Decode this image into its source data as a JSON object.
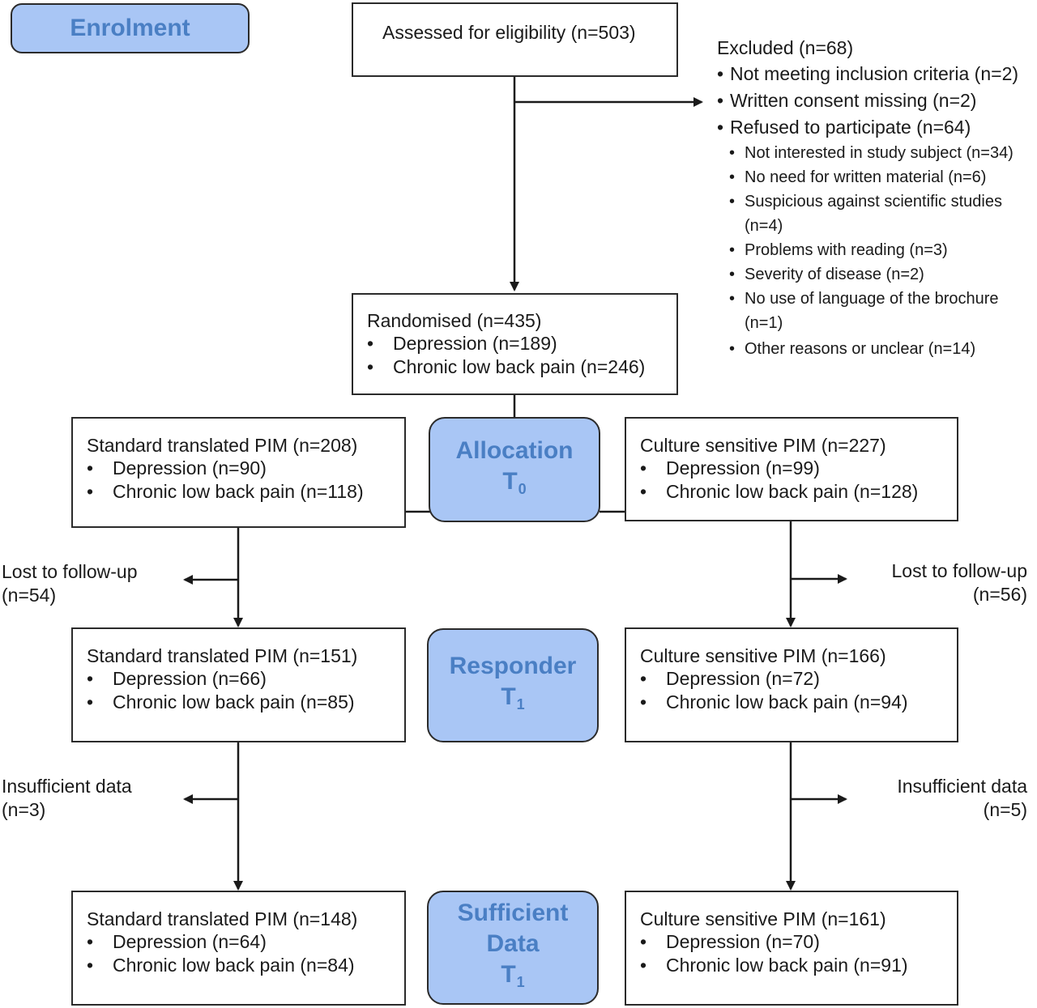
{
  "stages": {
    "enrolment": "Enrolment",
    "allocation": {
      "label": "Allocation",
      "time": "T",
      "sub": "0"
    },
    "responder": {
      "label": "Responder",
      "time": "T",
      "sub": "1"
    },
    "sufficient": {
      "label1": "Sufficient",
      "label2": "Data",
      "time": "T",
      "sub": "1"
    }
  },
  "assessed": "Assessed for eligibility (n=503)",
  "excluded": {
    "title": "Excluded  (n=68)",
    "items": [
      "Not meeting inclusion criteria (n=2)",
      "Written consent missing (n=2)",
      "Refused to participate (n=64)"
    ],
    "reasons": [
      "Not interested in study subject (n=34)",
      "No need for written material (n=6)",
      "Suspicious against scientific studies",
      "(n=4)",
      "Problems with reading (n=3)",
      "Severity of disease (n=2)",
      "No use of language of the brochure",
      "(n=1)",
      "Other reasons or unclear (n=14)"
    ]
  },
  "randomised": {
    "title": "Randomised (n=435)",
    "items": [
      "Depression (n=189)",
      "Chronic low back pain (n=246)"
    ]
  },
  "alloc_left": {
    "title": "Standard translated PIM (n=208)",
    "items": [
      "Depression (n=90)",
      "Chronic low back pain (n=118)"
    ]
  },
  "alloc_right": {
    "title": "Culture sensitive PIM (n=227)",
    "items": [
      "Depression (n=99)",
      "Chronic low back pain (n=128)"
    ]
  },
  "lost_left": {
    "line1": "Lost to follow-up",
    "line2": "(n=54)"
  },
  "lost_right": {
    "line1": "Lost to follow-up",
    "line2": "(n=56)"
  },
  "resp_left": {
    "title": "Standard translated PIM (n=151)",
    "items": [
      "Depression (n=66)",
      "Chronic low back pain (n=85)"
    ]
  },
  "resp_right": {
    "title": "Culture sensitive PIM (n=166)",
    "items": [
      "Depression (n=72)",
      "Chronic low back pain (n=94)"
    ]
  },
  "insuf_left": {
    "line1": "Insufficient data",
    "line2": "(n=3)"
  },
  "insuf_right": {
    "line1": "Insufficient data",
    "line2": "(n=5)"
  },
  "suff_left": {
    "title": "Standard translated PIM (n=148)",
    "items": [
      "Depression (n=64)",
      "Chronic low back pain (n=84)"
    ]
  },
  "suff_right": {
    "title": "Culture sensitive PIM (n=161)",
    "items": [
      "Depression (n=70)",
      "Chronic low back pain (n=91)"
    ]
  },
  "bullet": "•"
}
